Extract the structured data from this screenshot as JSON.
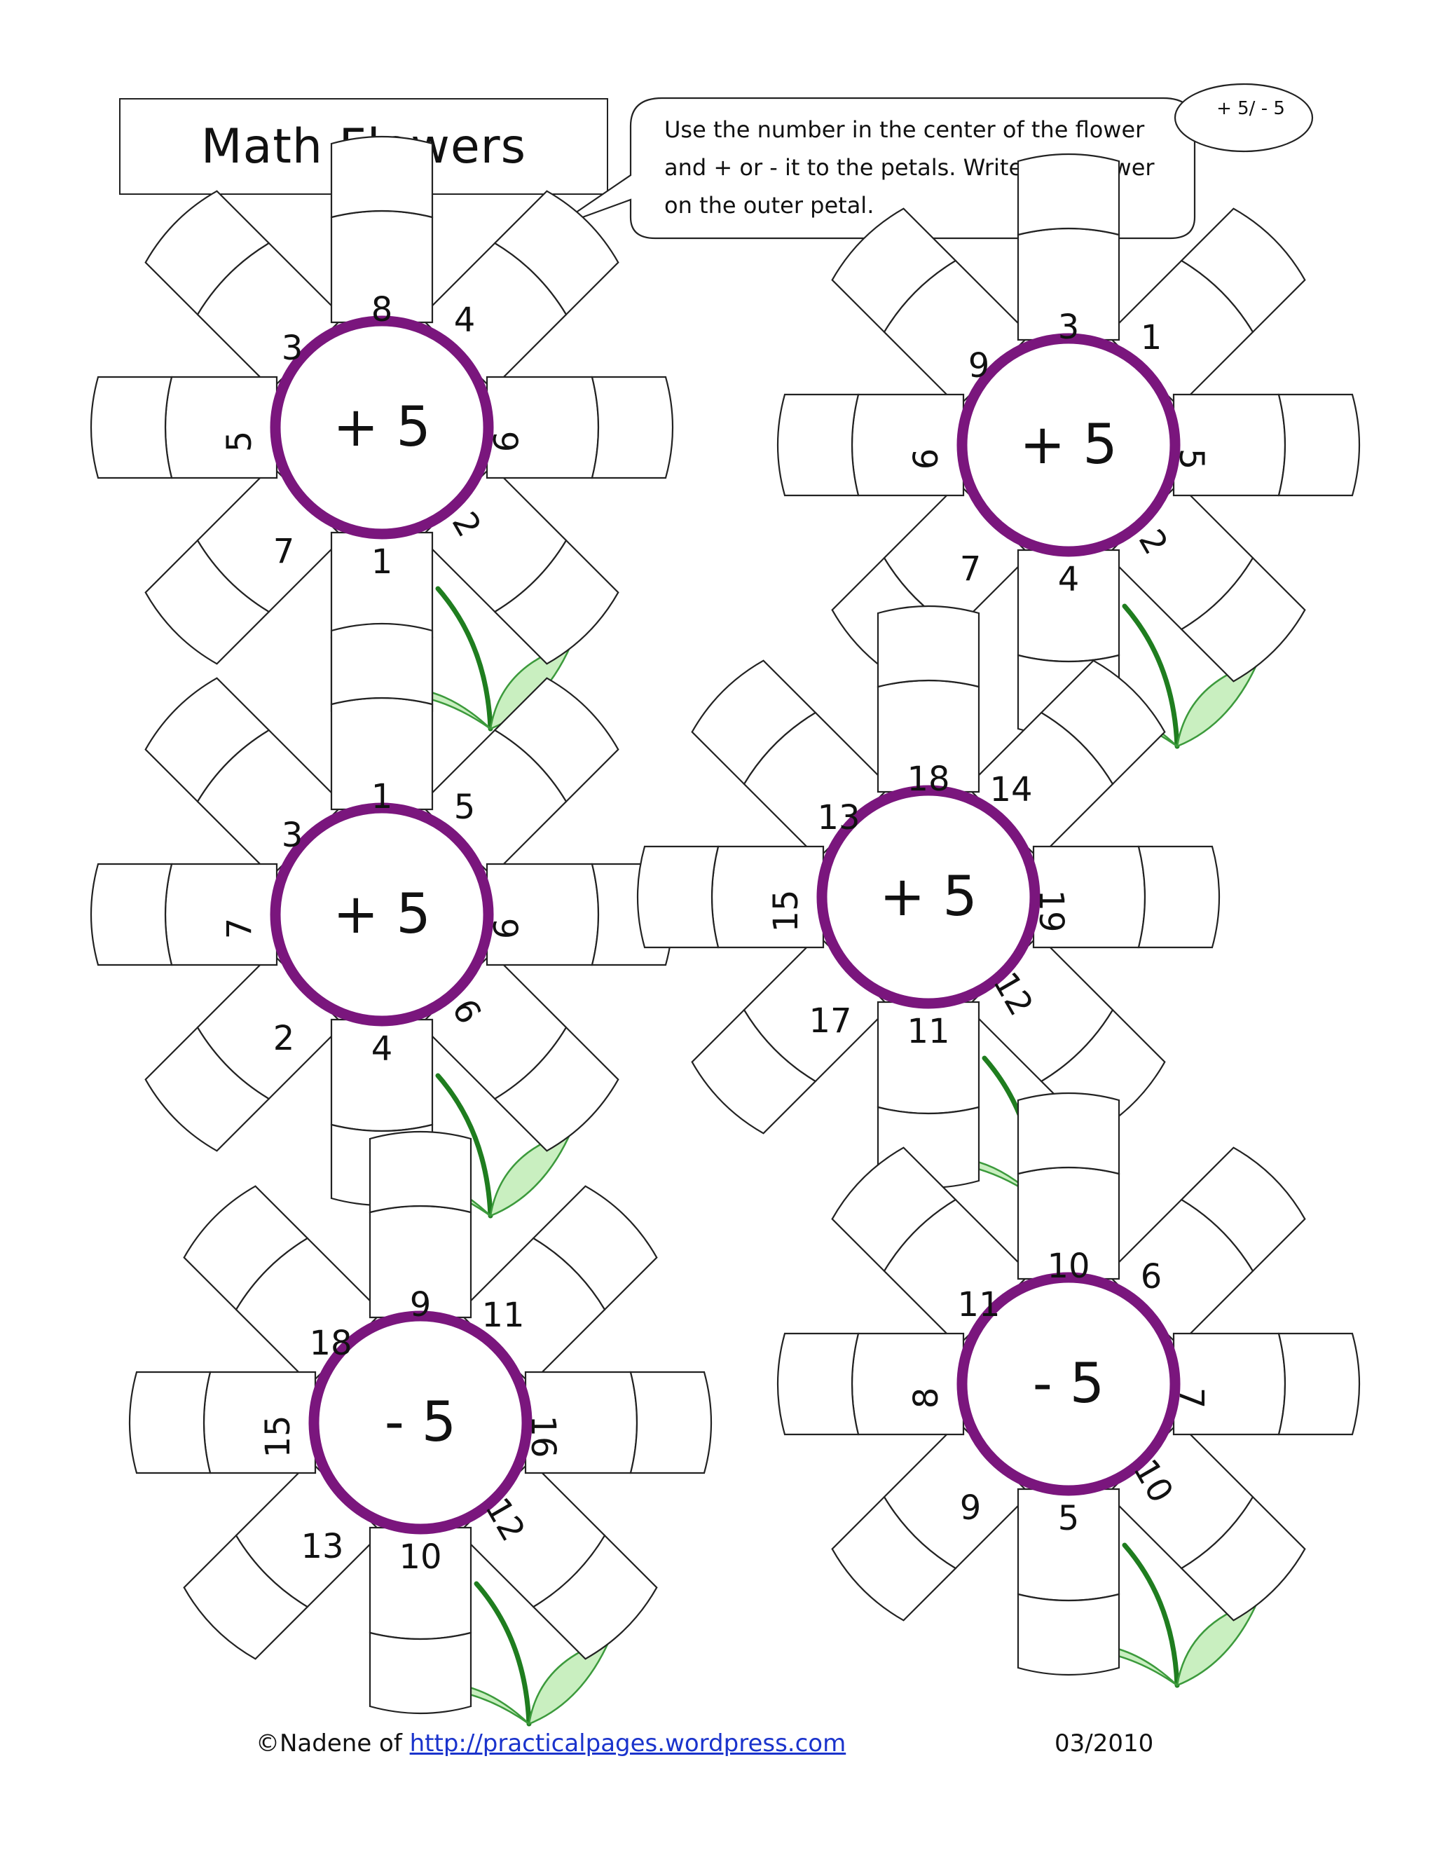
{
  "title": "Math Flowers",
  "instructions": "Use the number in the center of the flower\nand + or - it to the petals.  Write the answer\non the outer petal.",
  "tag": "+ 5/ - 5",
  "flowers": [
    {
      "center": "+ 5",
      "petals": [
        "8",
        "4",
        "9",
        "2",
        "1",
        "7",
        "5",
        "3"
      ]
    },
    {
      "center": "+ 5",
      "petals": [
        "3",
        "1",
        "5",
        "2",
        "4",
        "7",
        "6",
        "9"
      ]
    },
    {
      "center": "+ 5",
      "petals": [
        "1",
        "5",
        "9",
        "6",
        "4",
        "2",
        "7",
        "3"
      ]
    },
    {
      "center": "+ 5",
      "petals": [
        "18",
        "14",
        "19",
        "12",
        "11",
        "17",
        "15",
        "13"
      ]
    },
    {
      "center": "- 5",
      "petals": [
        "9",
        "11",
        "16",
        "12",
        "10",
        "13",
        "15",
        "18"
      ]
    },
    {
      "center": "- 5",
      "petals": [
        "10",
        "6",
        "7",
        "10",
        "5",
        "9",
        "8",
        "11"
      ]
    }
  ],
  "footer": {
    "credit_prefix": "©Nadene of ",
    "link_text": "http://practicalpages.wordpress.com",
    "date": "03/2010"
  }
}
